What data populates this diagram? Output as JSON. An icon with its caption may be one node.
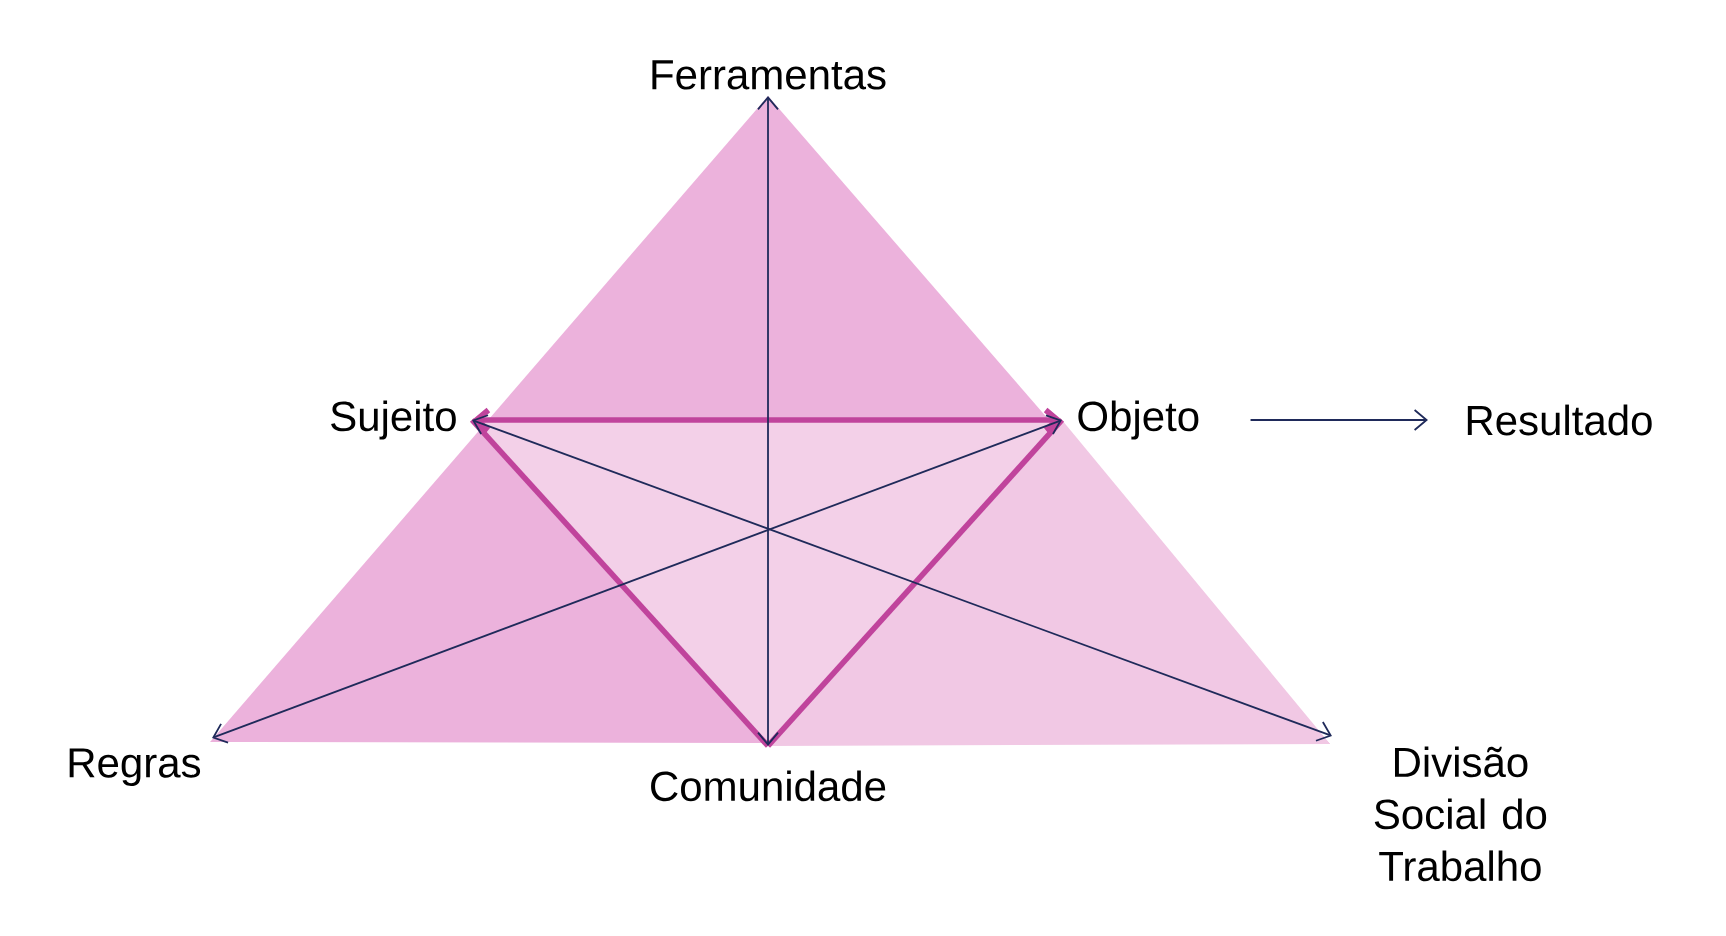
{
  "diagram": {
    "nodes": [
      {
        "text": [
          "Ferramentas"
        ]
      },
      {
        "text": [
          "Sujeito"
        ]
      },
      {
        "text": [
          "Objeto"
        ]
      },
      {
        "text": [
          "Resultado"
        ]
      },
      {
        "text": [
          "Regras"
        ]
      },
      {
        "text": [
          "Comunidade"
        ]
      },
      {
        "text": [
          "Divisão Social do Trabalho"
        ]
      }
    ],
    "edges": [
      {
        "from": 5,
        "to": 0,
        "arrow": "both"
      },
      {
        "from": 1,
        "to": 2,
        "arrow": "both",
        "style": "thick",
        "color": "#c0449c"
      },
      {
        "from": 1,
        "to": 6,
        "arrow": "both"
      },
      {
        "from": 2,
        "to": 4,
        "arrow": "both"
      },
      {
        "from": 1,
        "to": 5,
        "arrow": "none",
        "style": "thick",
        "color": "#c0449c"
      },
      {
        "from": 2,
        "to": 5,
        "arrow": "none",
        "style": "thick",
        "color": "#c0449c"
      },
      {
        "from": 2,
        "to": 3,
        "arrow": "to"
      }
    ]
  }
}
